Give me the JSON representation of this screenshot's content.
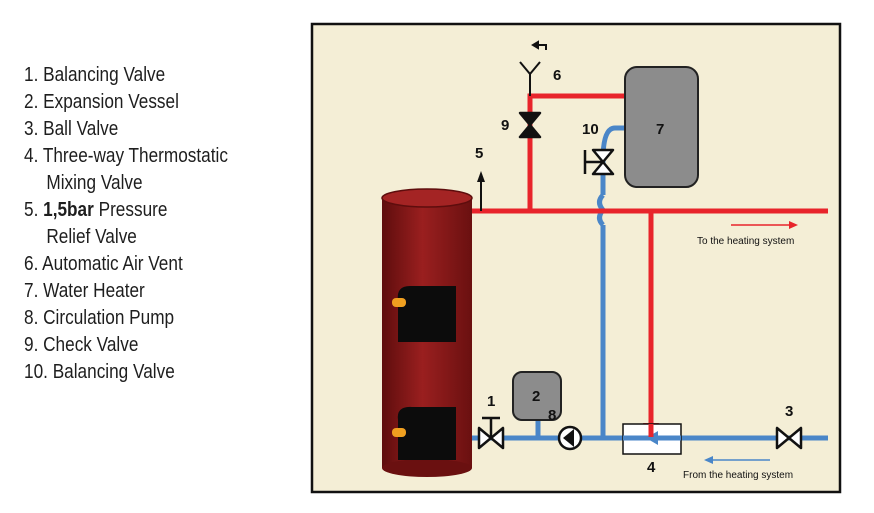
{
  "legend": {
    "items": [
      {
        "number": "1.",
        "text": "Balancing Valve"
      },
      {
        "number": "2.",
        "text": "Expansion Vessel"
      },
      {
        "number": "3.",
        "text": "Ball Valve"
      },
      {
        "number": "4.",
        "text": "Three-way Thermostatic"
      },
      {
        "number": "",
        "text": "Mixing Valve"
      },
      {
        "number": "5.",
        "bold": "1,5bar",
        "text": "Pressure"
      },
      {
        "number": "",
        "text": "Relief Valve"
      },
      {
        "number": "6.",
        "text": "Automatic Air Vent"
      },
      {
        "number": "7.",
        "text": "Water Heater"
      },
      {
        "number": "8.",
        "text": "Circulation Pump"
      },
      {
        "number": "9.",
        "text": "Check Valve"
      },
      {
        "number": "10.",
        "text": "Balancing Valve"
      }
    ]
  },
  "diagram": {
    "labels": {
      "n1": "1",
      "n2": "2",
      "n3": "3",
      "n4": "4",
      "n5": "5",
      "n6": "6",
      "n7": "7",
      "n8": "8",
      "n9": "9",
      "n10": "10"
    },
    "captions": {
      "to_heating": "To the heating system",
      "from_heating": "From the heating system"
    },
    "colors": {
      "hot_pipe": "#e8242b",
      "cold_pipe": "#4a86c8",
      "frame_bg": "#f4eed6",
      "boiler": "#8e1a1a",
      "boiler_window": "#0c0c0c",
      "knob": "#f0a020",
      "vessel": "#8c8c8c"
    }
  }
}
